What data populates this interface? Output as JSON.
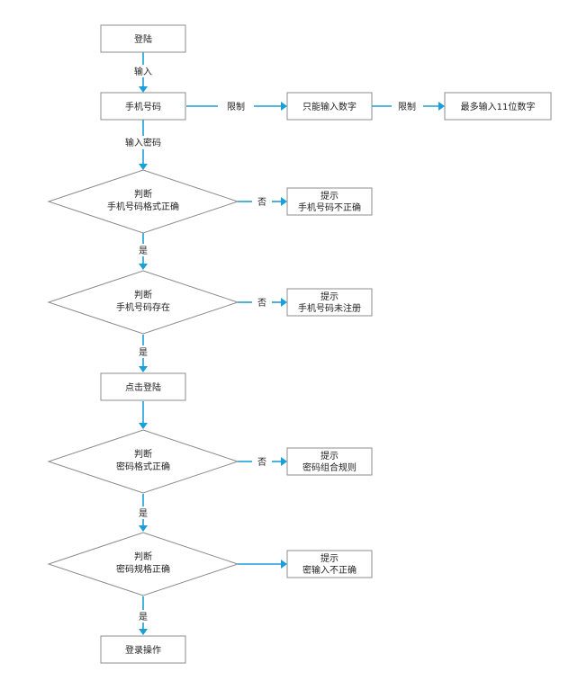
{
  "nodes": {
    "login": "登陆",
    "phone": "手机号码",
    "digits_only": "只能输入数字",
    "max_digits": "最多输入11位数字",
    "check_format_l1": "判断",
    "check_format_l2": "手机号码格式正确",
    "tip_format_l1": "提示",
    "tip_format_l2": "手机号码不正确",
    "check_exist_l1": "判断",
    "check_exist_l2": "手机号码存在",
    "tip_unreg_l1": "提示",
    "tip_unreg_l2": "手机号码未注册",
    "click_login": "点击登陆",
    "check_pwd_l1": "判断",
    "check_pwd_l2": "密码格式正确",
    "tip_pwd_l1": "提示",
    "tip_pwd_l2": "密码组合规则",
    "check_rule_l1": "判断",
    "check_rule_l2": "密码规格正确",
    "tip_wrong_l1": "提示",
    "tip_wrong_l2": "密输入不正确",
    "final": "登录操作"
  },
  "edges": {
    "input": "输入",
    "limit1": "限制",
    "limit2": "限制",
    "input_pwd": "输入密码",
    "no1": "否",
    "yes1": "是",
    "no2": "否",
    "yes2": "是",
    "no3": "否",
    "yes3": "是",
    "yes4": "是"
  }
}
